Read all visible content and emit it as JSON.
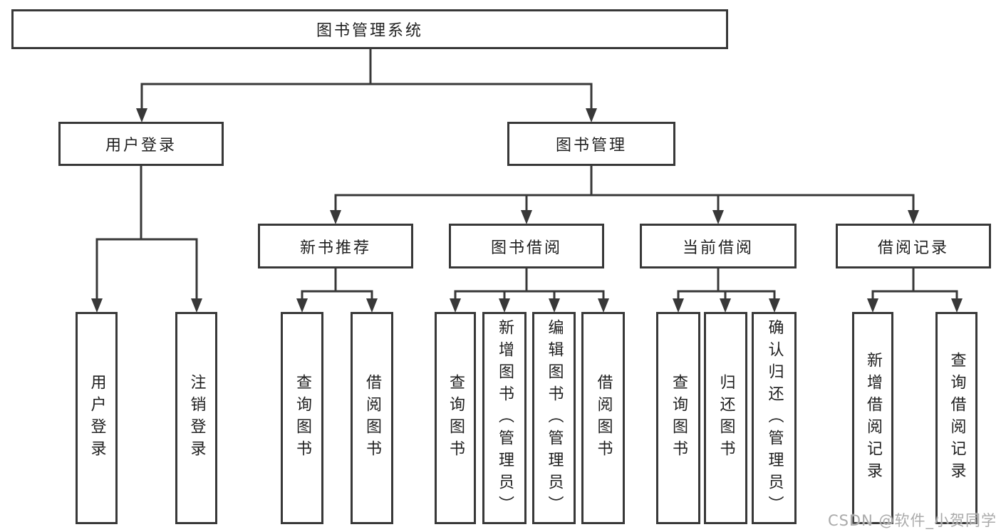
{
  "diagram": {
    "root": "图书管理系统",
    "branches": [
      {
        "label": "用户登录",
        "leaves": [
          "用户登录",
          "注销登录"
        ]
      },
      {
        "label": "图书管理",
        "groups": [
          {
            "label": "新书推荐",
            "leaves": [
              "查询图书",
              "借阅图书"
            ]
          },
          {
            "label": "图书借阅",
            "leaves": [
              "查询图书",
              "新增图书（管理员）",
              "编辑图书（管理员）",
              "借阅图书"
            ]
          },
          {
            "label": "当前借阅",
            "leaves": [
              "查询图书",
              "归还图书",
              "确认归还（管理员）"
            ]
          },
          {
            "label": "借阅记录",
            "leaves": [
              "新增借阅记录",
              "查询借阅记录"
            ]
          }
        ]
      }
    ]
  },
  "watermark": "CSDN @软件_小贺同学",
  "colors": {
    "line": "#383838",
    "box_border": "#383838",
    "text": "#1f1f1f",
    "background": "#ffffff",
    "watermark": "#aaaaaa"
  }
}
